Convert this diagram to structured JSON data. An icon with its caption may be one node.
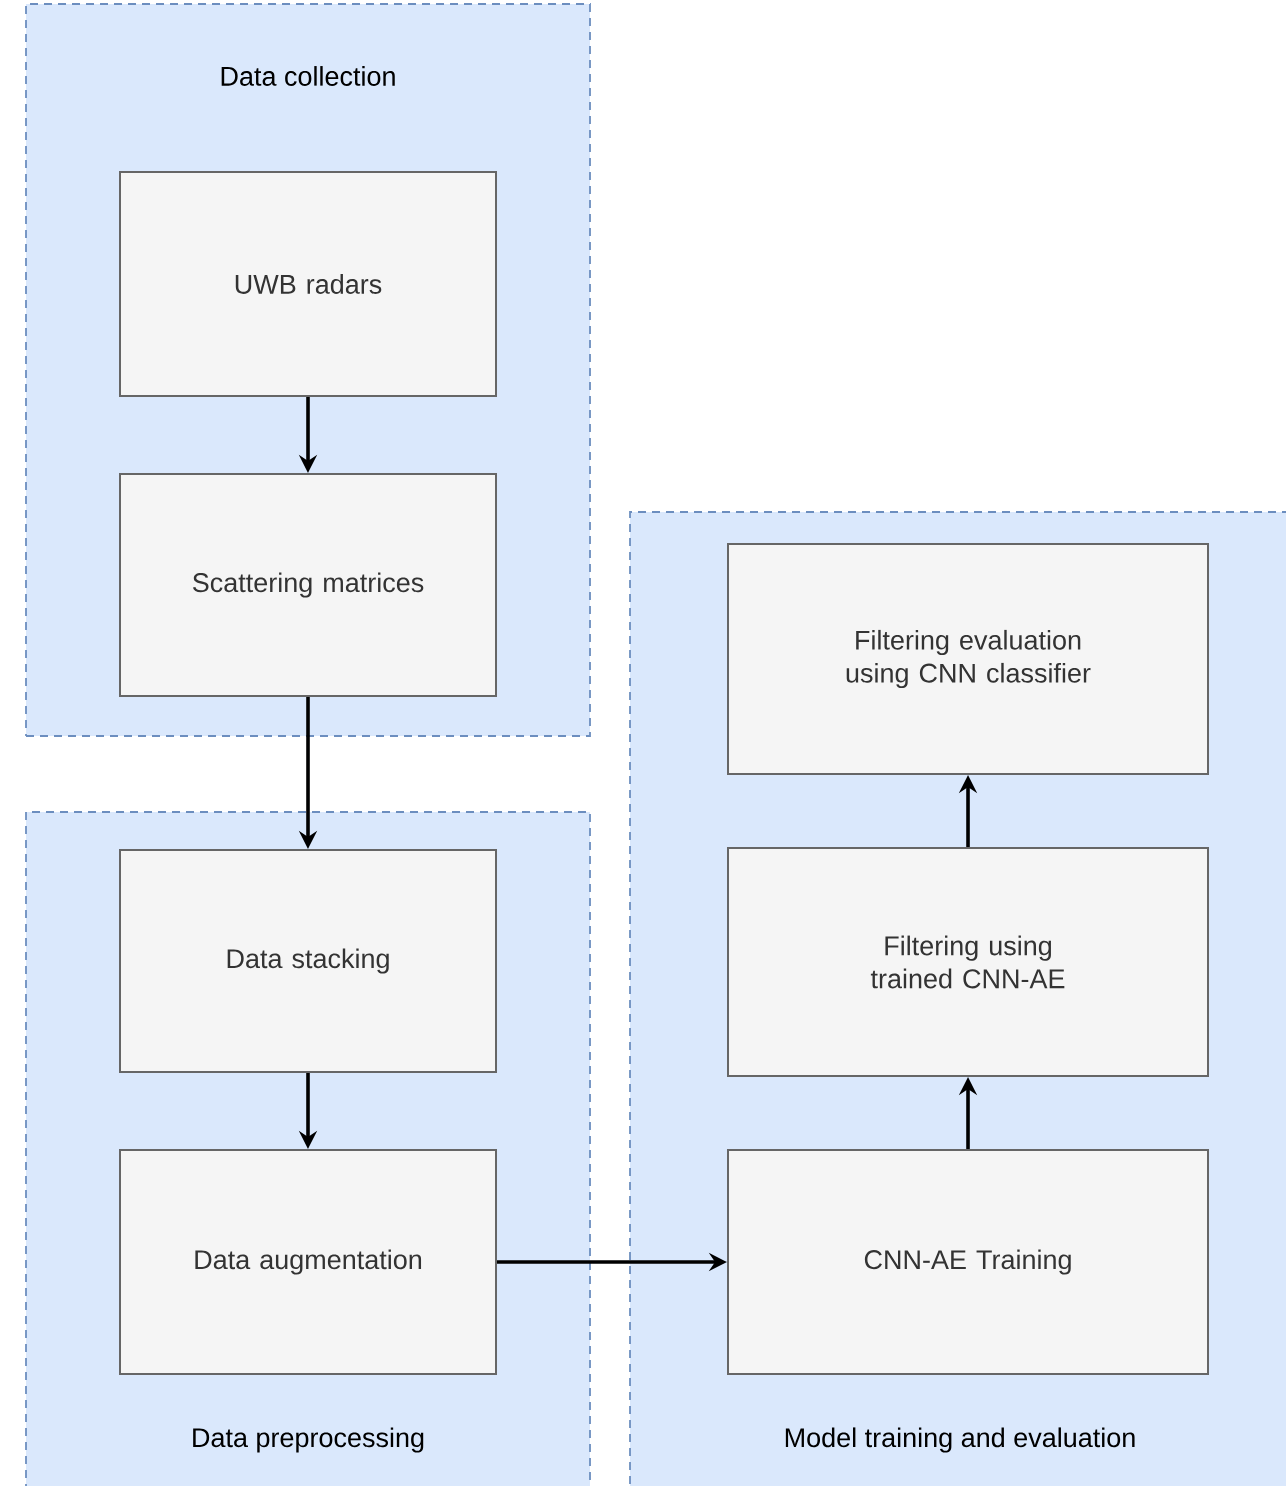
{
  "diagram": {
    "nodes": [
      {
        "text": [
          "Data collection"
        ]
      },
      {
        "text": [
          "UWB radars"
        ],
        "in": 0
      },
      {
        "text": [
          "Scattering matrices"
        ],
        "in": 0
      },
      {
        "text": [
          "Data preprocessing"
        ]
      },
      {
        "text": [
          "Data stacking"
        ],
        "in": 3
      },
      {
        "text": [
          "Data augmentation"
        ],
        "in": 3
      },
      {
        "text": [
          "Model training and evaluation"
        ]
      },
      {
        "text": [
          "Filtering evaluation using CNN classifier"
        ],
        "in": 6
      },
      {
        "text": [
          "Filtering using trained CNN-AE"
        ],
        "in": 6
      },
      {
        "text": [
          "CNN-AE Training"
        ],
        "in": 6
      }
    ],
    "edges": [
      {
        "from": 1,
        "to": 2,
        "arrow": "to"
      },
      {
        "from": 2,
        "to": 4,
        "arrow": "to"
      },
      {
        "from": 4,
        "to": 5,
        "arrow": "to"
      },
      {
        "from": 5,
        "to": 9,
        "arrow": "to"
      },
      {
        "from": 9,
        "to": 8,
        "arrow": "to"
      },
      {
        "from": 8,
        "to": 7,
        "arrow": "to"
      }
    ]
  }
}
